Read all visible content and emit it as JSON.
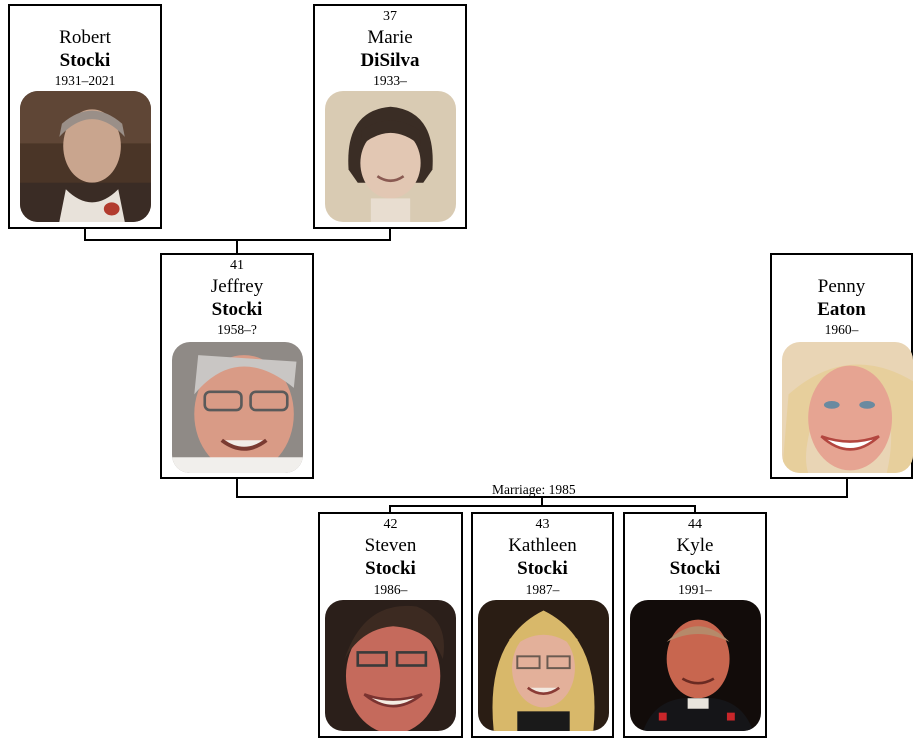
{
  "people": {
    "robert": {
      "num": "",
      "given": "Robert",
      "surname": "Stocki",
      "years": "1931–2021"
    },
    "marie": {
      "num": "37",
      "given": "Marie",
      "surname": "DiSilva",
      "years": "1933–"
    },
    "jeffrey": {
      "num": "41",
      "given": "Jeffrey",
      "surname": "Stocki",
      "years": "1958–?"
    },
    "penny": {
      "num": "",
      "given": "Penny",
      "surname": "Eaton",
      "years": "1960–"
    },
    "steven": {
      "num": "42",
      "given": "Steven",
      "surname": "Stocki",
      "years": "1986–"
    },
    "kathleen": {
      "num": "43",
      "given": "Kathleen",
      "surname": "Stocki",
      "years": "1987–"
    },
    "kyle": {
      "num": "44",
      "given": "Kyle",
      "surname": "Stocki",
      "years": "1991–"
    }
  },
  "marriage_label": "Marriage: 1985"
}
